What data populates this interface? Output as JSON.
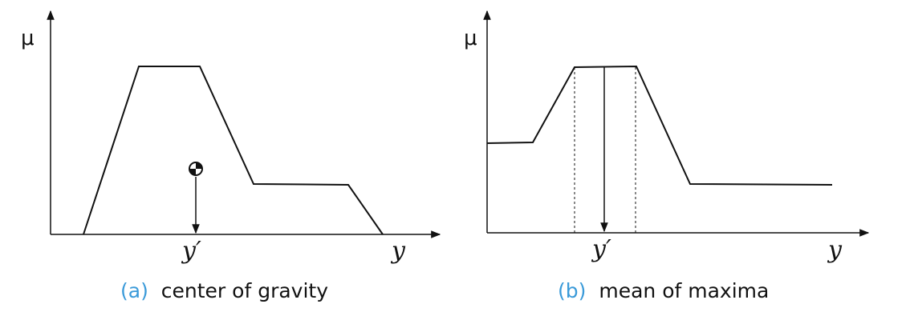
{
  "panels": [
    {
      "id": "a",
      "y_axis_label": "μ",
      "x_axis_label": "y",
      "marker_label": "y′",
      "caption_tag": "(a)",
      "caption_text": "center of gravity"
    },
    {
      "id": "b",
      "y_axis_label": "μ",
      "x_axis_label": "y",
      "marker_label": "y′",
      "caption_tag": "(b)",
      "caption_text": "mean of maxima"
    }
  ]
}
